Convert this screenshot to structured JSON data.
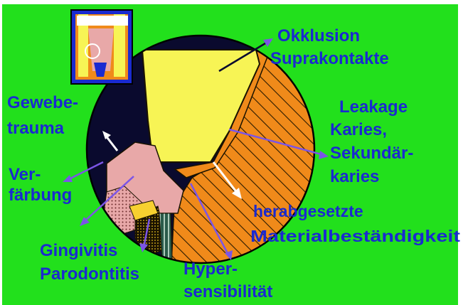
{
  "colors": {
    "background": "#22e01c",
    "label": "#1a2ad0",
    "arrow": "#7b55e6",
    "pulp": "#f7f455",
    "enamel": "#e8a8a8",
    "caries": "#f08a1a",
    "dark": "#0a0a2e"
  },
  "labels": {
    "occlusion_line1": "Okklusion",
    "occlusion_line2": "Suprakontakte",
    "leakage_line1": "Leakage",
    "leakage_line2": "Karies,",
    "leakage_line3": "Sekundär-",
    "leakage_line4": "karies",
    "durability_line1": "herabgesetzte",
    "durability_line2": "Materialbeständigkeit",
    "hyper_line1": "Hyper-",
    "hyper_line2": "sensibilität",
    "gingiv_line1": "Gingivitis",
    "gingiv_line2": "Parodontitis",
    "verf_line1": "Ver-",
    "verf_line2": "färbung",
    "gewebe_line1": "Gewebe-",
    "gewebe_line2": "trauma"
  },
  "icons": {
    "thumbnail": "tooth-cross-section-thumbnail"
  }
}
